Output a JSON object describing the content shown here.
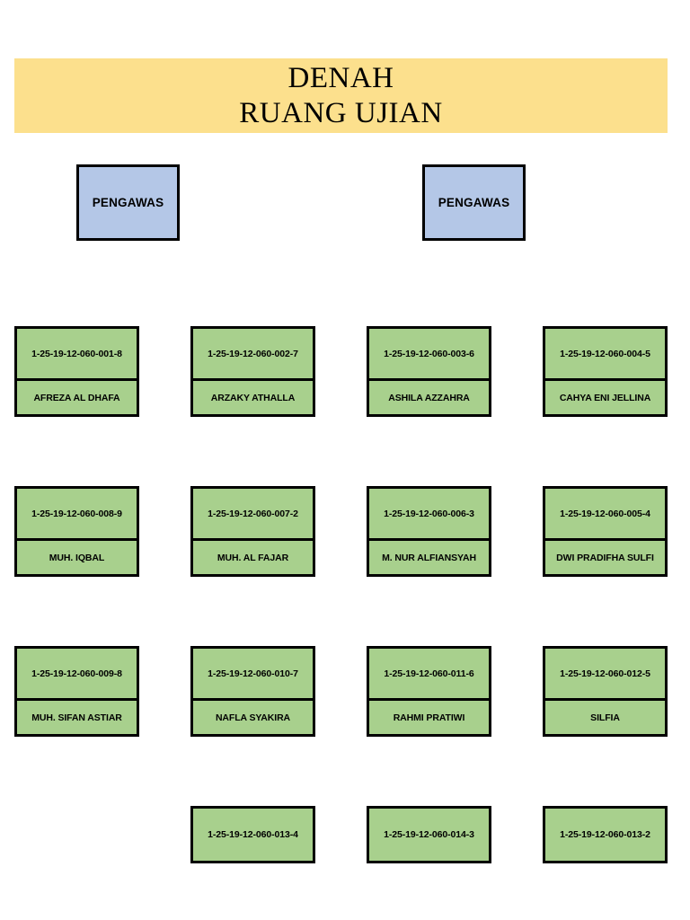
{
  "title": {
    "line1": "DENAH",
    "line2": "RUANG UJIAN"
  },
  "supervisors": [
    {
      "label": "PENGAWAS"
    },
    {
      "label": "PENGAWAS"
    }
  ],
  "colors": {
    "banner": "#FCE08D",
    "supervisor_box": "#B4C7E7",
    "seat_card": "#A8D08D",
    "border": "#000000"
  },
  "seat_rows": [
    {
      "seats": [
        {
          "number": "1-25-19-12-060-001-8",
          "name": "AFREZA AL DHAFA"
        },
        {
          "number": "1-25-19-12-060-002-7",
          "name": "ARZAKY ATHALLA"
        },
        {
          "number": "1-25-19-12-060-003-6",
          "name": "ASHILA AZZAHRA"
        },
        {
          "number": "1-25-19-12-060-004-5",
          "name": "CAHYA ENI JELLINA"
        }
      ]
    },
    {
      "seats": [
        {
          "number": "1-25-19-12-060-008-9",
          "name": "MUH. IQBAL"
        },
        {
          "number": "1-25-19-12-060-007-2",
          "name": "MUH. AL FAJAR"
        },
        {
          "number": "1-25-19-12-060-006-3",
          "name": "M. NUR ALFIANSYAH"
        },
        {
          "number": "1-25-19-12-060-005-4",
          "name": "DWI PRADIFHA SULFI"
        }
      ]
    },
    {
      "seats": [
        {
          "number": "1-25-19-12-060-009-8",
          "name": "MUH. SIFAN ASTIAR"
        },
        {
          "number": "1-25-19-12-060-010-7",
          "name": "NAFLA SYAKIRA"
        },
        {
          "number": "1-25-19-12-060-011-6",
          "name": "RAHMI PRATIWI"
        },
        {
          "number": "1-25-19-12-060-012-5",
          "name": "SILFIA"
        }
      ]
    },
    {
      "seats": [
        {
          "number": "",
          "name": "",
          "empty": true
        },
        {
          "number": "1-25-19-12-060-013-4",
          "name": ""
        },
        {
          "number": "1-25-19-12-060-014-3",
          "name": ""
        },
        {
          "number": "1-25-19-12-060-013-2",
          "name": ""
        }
      ]
    }
  ]
}
